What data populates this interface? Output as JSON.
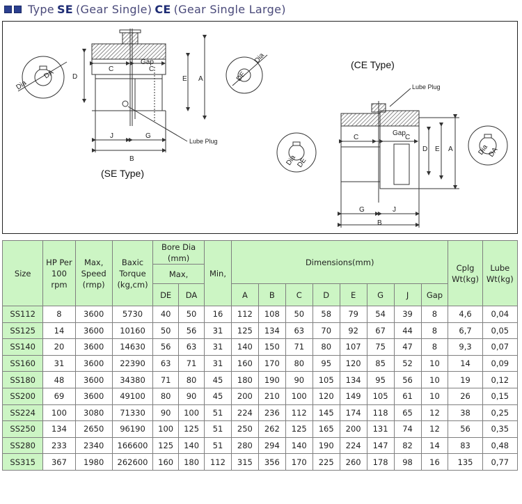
{
  "title": {
    "prefix": "Type",
    "se_code": "SE",
    "se_name": "(Gear Single)",
    "ce_code": "CE",
    "ce_name": "(Gear Single Large)"
  },
  "drawing": {
    "se_type_label": "(SE Type)",
    "ce_type_label": "(CE Type)",
    "lube_plug": "Lube Plug",
    "labels": {
      "dia": "Dia",
      "da": "DA",
      "de": "DE",
      "d": "D",
      "e": "E",
      "a": "A",
      "c": "C",
      "gap": "Gap",
      "j": "J",
      "g": "G",
      "b": "B"
    }
  },
  "table": {
    "headers": {
      "size": "Size",
      "hp": "HP Per 100 rpm",
      "speed": "Max, Speed (rmp)",
      "torque": "Baxic Torque (kg,cm)",
      "bore_dia": "Bore Dia (mm)",
      "max": "Max,",
      "de": "DE",
      "da": "DA",
      "min": "Min,",
      "dimensions": "Dimensions(mm)",
      "dims": [
        "A",
        "B",
        "C",
        "D",
        "E",
        "G",
        "J",
        "Gap"
      ],
      "cplg": "Cplg Wt(kg)",
      "lube": "Lube Wt(kg)"
    },
    "rows": [
      [
        "SS112",
        "8",
        "3600",
        "5730",
        "40",
        "50",
        "16",
        "112",
        "108",
        "50",
        "58",
        "79",
        "54",
        "39",
        "8",
        "4,6",
        "0,04"
      ],
      [
        "SS125",
        "14",
        "3600",
        "10160",
        "50",
        "56",
        "31",
        "125",
        "134",
        "63",
        "70",
        "92",
        "67",
        "44",
        "8",
        "6,7",
        "0,05"
      ],
      [
        "SS140",
        "20",
        "3600",
        "14630",
        "56",
        "63",
        "31",
        "140",
        "150",
        "71",
        "80",
        "107",
        "75",
        "47",
        "8",
        "9,3",
        "0,07"
      ],
      [
        "SS160",
        "31",
        "3600",
        "22390",
        "63",
        "71",
        "31",
        "160",
        "170",
        "80",
        "95",
        "120",
        "85",
        "52",
        "10",
        "14",
        "0,09"
      ],
      [
        "SS180",
        "48",
        "3600",
        "34380",
        "71",
        "80",
        "45",
        "180",
        "190",
        "90",
        "105",
        "134",
        "95",
        "56",
        "10",
        "19",
        "0,12"
      ],
      [
        "SS200",
        "69",
        "3600",
        "49100",
        "80",
        "90",
        "45",
        "200",
        "210",
        "100",
        "120",
        "149",
        "105",
        "61",
        "10",
        "26",
        "0,15"
      ],
      [
        "SS224",
        "100",
        "3080",
        "71330",
        "90",
        "100",
        "51",
        "224",
        "236",
        "112",
        "145",
        "174",
        "118",
        "65",
        "12",
        "38",
        "0,25"
      ],
      [
        "SS250",
        "134",
        "2650",
        "96190",
        "100",
        "125",
        "51",
        "250",
        "262",
        "125",
        "165",
        "200",
        "131",
        "74",
        "12",
        "56",
        "0,35"
      ],
      [
        "SS280",
        "233",
        "2340",
        "166600",
        "125",
        "140",
        "51",
        "280",
        "294",
        "140",
        "190",
        "224",
        "147",
        "82",
        "14",
        "83",
        "0,48"
      ],
      [
        "SS315",
        "367",
        "1980",
        "262600",
        "160",
        "180",
        "112",
        "315",
        "356",
        "170",
        "225",
        "260",
        "178",
        "98",
        "16",
        "135",
        "0,77"
      ]
    ]
  }
}
